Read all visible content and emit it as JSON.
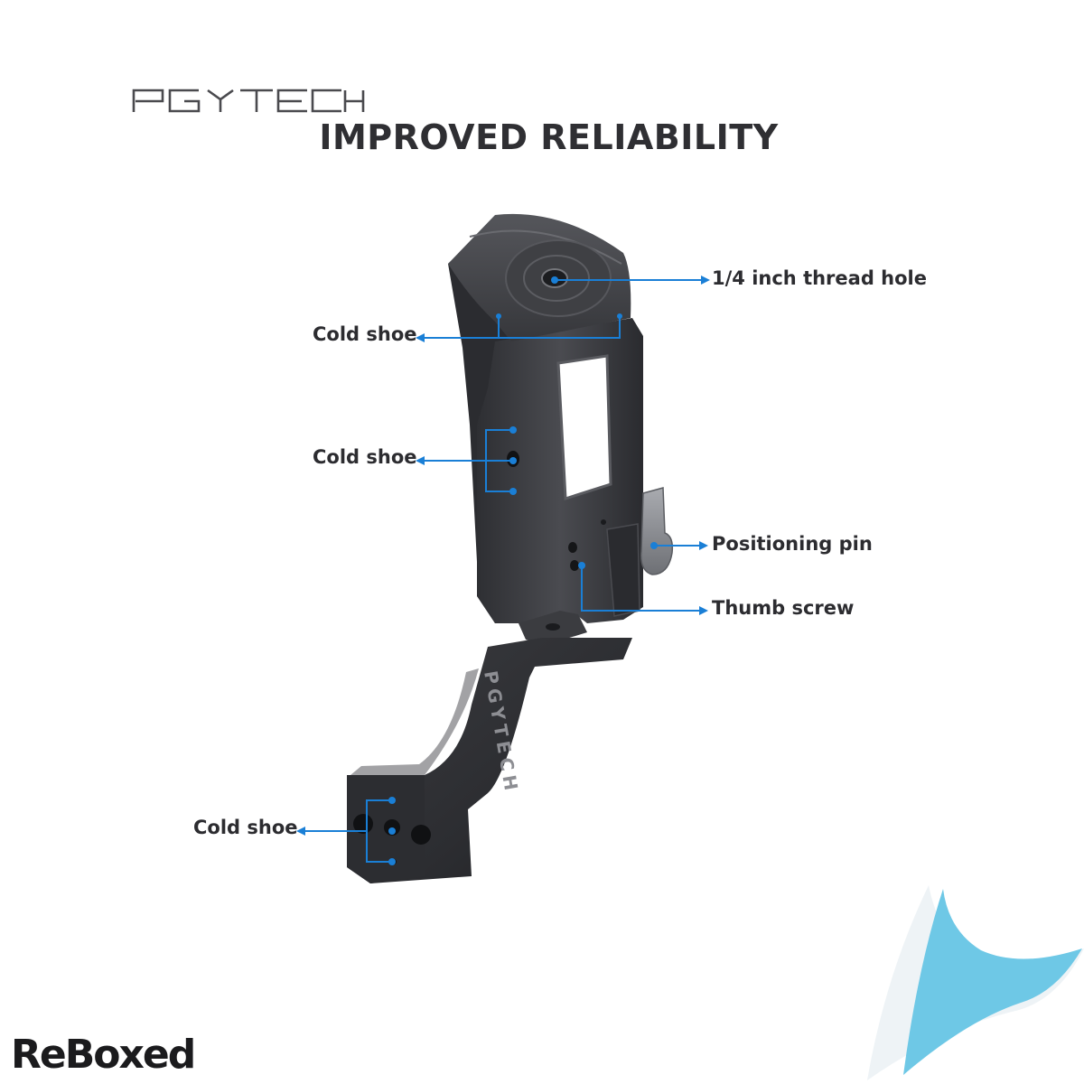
{
  "brand": {
    "logo_text": "PGYTECH"
  },
  "header": {
    "title": "IMPROVED RELIABILITY"
  },
  "callouts": {
    "thread_hole": "1/4 inch thread hole",
    "cold_shoe_top": "Cold shoe",
    "cold_shoe_side": "Cold shoe",
    "positioning_pin": "Positioning pin",
    "thumb_screw": "Thumb screw",
    "cold_shoe_bottom": "Cold shoe"
  },
  "product": {
    "engraving": "PGYTECH"
  },
  "footer": {
    "watermark": "ReBoxed"
  },
  "colors": {
    "callout_blue": "#1a7fd6",
    "title": "#2f2f33",
    "metal": "#3c3d41",
    "curl_blue": "#6ec8e6"
  }
}
